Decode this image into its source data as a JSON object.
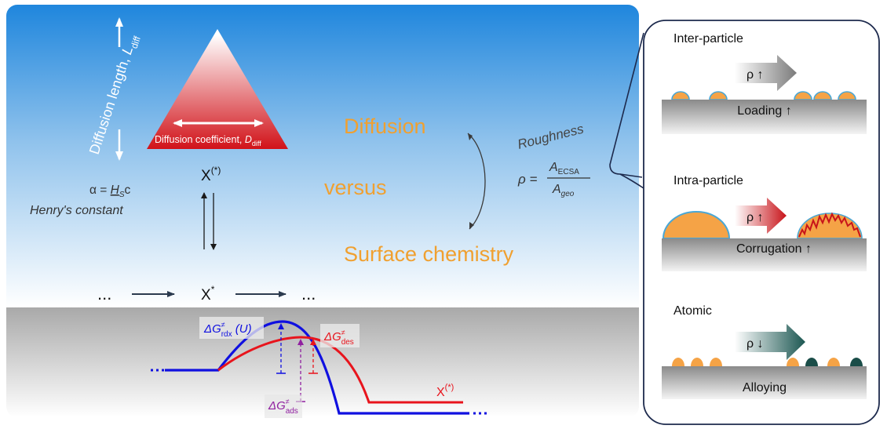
{
  "left": {
    "diffusion_length": {
      "main": "Diffusion length, ",
      "var": "L",
      "sub": "diff"
    },
    "diffusion_coefficient": {
      "main": "Diffusion coefficient, ",
      "var": "D",
      "sub": "diff"
    },
    "x_paren_star": {
      "main": "X",
      "sup": "(*)"
    },
    "x_star": {
      "main": "X",
      "sup": "*"
    },
    "ellipsis_left": "...",
    "ellipsis_right": "...",
    "alpha_eq": {
      "pre": "α = ",
      "h": "H",
      "sub": "S",
      "post": "c"
    },
    "henrys_constant": "Henry's constant",
    "diffusion_word": "Diffusion",
    "versus_word": "versus",
    "surface_chemistry_word": "Surface chemistry",
    "roughness_word": "Roughness",
    "rho_eq": {
      "lhs": "ρ = ",
      "num_var": "A",
      "num_sub": "ECSA",
      "den_var": "A",
      "den_sub": "geo"
    },
    "dg_rdx": {
      "dg": "ΔG",
      "dagger": "≠",
      "sub": "rdx",
      "arg": " (U)"
    },
    "dg_des": {
      "dg": "ΔG",
      "dagger": "≠",
      "sub": "des"
    },
    "dg_ads": {
      "dg": "ΔG",
      "dagger": "≠",
      "sub": "ads"
    },
    "x_product": {
      "main": "X",
      "sup": "(*)"
    },
    "dots_left": "...",
    "dots_right": "..."
  },
  "right": {
    "inter_particle": {
      "title": "Inter-particle",
      "arrow": "ρ ↑",
      "substrate": "Loading ↑"
    },
    "intra_particle": {
      "title": "Intra-particle",
      "arrow": "ρ ↑",
      "substrate": "Corrugation ↑"
    },
    "atomic": {
      "title": "Atomic",
      "arrow": "ρ ↓",
      "substrate": "Alloying"
    }
  },
  "colors": {
    "orange_text": "#f0a030",
    "particle_orange": "#f5a346",
    "particle_outline": "#49a7d6",
    "dark_teal_particle": "#1a4d48",
    "curve_blue": "#1010e0",
    "curve_red": "#e8141c",
    "purple": "#9020a0",
    "navy_border": "#1d2a4d"
  }
}
